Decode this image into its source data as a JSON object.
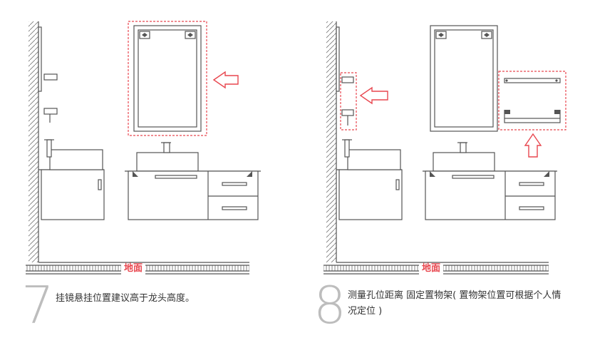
{
  "colors": {
    "line": "#555555",
    "highlight": "#e8474f",
    "caption_text": "#333333",
    "step_number": "#bdbdbd"
  },
  "steps": [
    {
      "number": "7",
      "caption_line1": "挂镜悬挂位置建议高于龙头高度。",
      "caption_line2": "",
      "floor_label": "地面"
    },
    {
      "number": "8",
      "caption_line1": "测量孔位距离 固定置物架( 置物架位置可根据个人情",
      "caption_line2": "况定位 )",
      "floor_label": "地面"
    }
  ]
}
